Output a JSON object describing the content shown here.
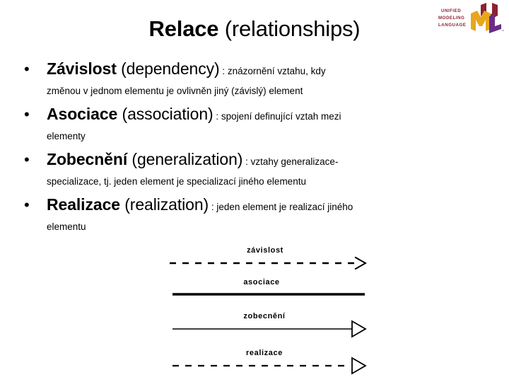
{
  "slide": {
    "title_bold": "Relace",
    "title_regular": "(relationships)"
  },
  "logo": {
    "name": "uml-logo",
    "line1": "UNIFIED",
    "line2": "MODELING",
    "line3": "LANGUAGE",
    "letters": "UML",
    "trademark": "™",
    "colors": {
      "dark_red": "#8c2232",
      "gold": "#e8a61e",
      "purple": "#6b2d86"
    }
  },
  "bullets": {
    "marker": "•",
    "items": [
      {
        "term_cs": "Závislost",
        "term_en": "(dependency)",
        "desc_head": ": znázornění vztahu, kdy",
        "desc_rest": "změnou v jednom elementu je ovlivněn jiný (závislý) element"
      },
      {
        "term_cs": "Asociace",
        "term_en": "(association)",
        "desc_head": ": spojení definující vztah mezi",
        "desc_rest": "elementy"
      },
      {
        "term_cs": "Zobecnění",
        "term_en": "(generalization)",
        "desc_head": ": vztahy generalizace-",
        "desc_rest": "specializace, tj. jeden element je specializací jiného elementu"
      },
      {
        "term_cs": "Realizace",
        "term_en": "(realization)",
        "desc_head": ": jeden element je realizací jiného",
        "desc_rest": "elementu"
      }
    ]
  },
  "diagram": {
    "notations": [
      {
        "label": "závislost",
        "line": "dashed",
        "arrow": "open-arrow"
      },
      {
        "label": "asociace",
        "line": "solid-thick",
        "arrow": "none"
      },
      {
        "label": "zobecnění",
        "line": "solid",
        "arrow": "hollow-triangle"
      },
      {
        "label": "realizace",
        "line": "dashed",
        "arrow": "hollow-triangle"
      }
    ]
  }
}
